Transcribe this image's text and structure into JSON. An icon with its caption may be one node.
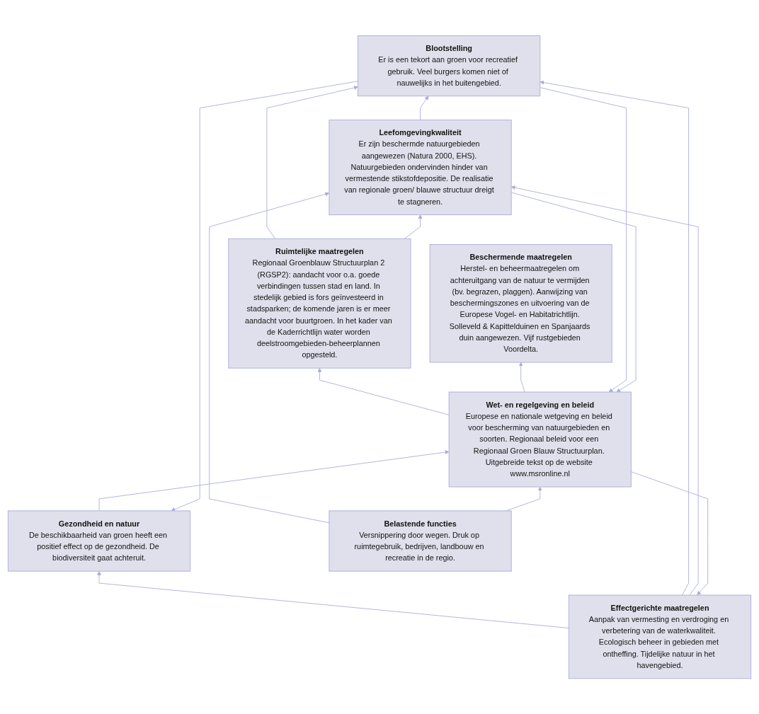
{
  "diagram": {
    "nodes": [
      {
        "text": [
          "Wet- en regelgeving en beleid",
          "Europese en nationale wetgeving en beleid voor bescherming van natuurgebieden en soorten. Regionaal beleid voor een Regionaal Groen Blauw Structuurplan. Uitgebreide tekst op de website www.msronline.nl"
        ]
      },
      {
        "text": [
          "Gezondheid en natuur",
          "De beschikbaarheid van groen heeft een positief effect op de gezondheid. De biodiversiteit gaat achteruit."
        ]
      },
      {
        "text": [
          "Blootstelling",
          "Er is een tekort aan groen voor recreatief gebruik. Veel burgers komen niet of nauwelijks in het buitengebied."
        ]
      },
      {
        "text": [
          "Leefomgevingkwaliteit",
          "Er zijn beschermde natuurgebieden aangewezen (Natura 2000, EHS). Natuurgebieden ondervinden hinder van vermestende stikstofdepositie. De realisatie van regionale groen/ blauwe structuur dreigt te stagneren."
        ]
      },
      {
        "text": [
          "Belastende functies",
          "Versnippering door wegen. Druk op ruimtegebruik, bedrijven, landbouw en recreatie in de regio."
        ]
      },
      {
        "text": [
          "Ruimtelijke maatregelen",
          "Regionaal Groenblauw Structuurplan 2 (RGSP2): aandacht voor o.a. goede verbindingen tussen stad en land. In stedelijk gebied is fors geïnvesteerd in stadsparken; de komende jaren is er meer aandacht voor buurtgroen. In het kader van de Kaderrichtlijn water worden deelstroomgebieden-beheerplannen opgesteld."
        ]
      },
      {
        "text": [
          "Effectgerichte maatregelen",
          "Aanpak van vermesting en verdroging en verbetering van de waterkwaliteit. Ecologisch beheer in gebieden met ontheffing. Tijdelijke natuur in het havengebied."
        ]
      },
      {
        "text": [
          "Beschermende maatregelen",
          "Herstel- en beheermaatregelen om achteruitgang van de natuur te vermijden (bv. begrazen, plaggen). Aanwijzing van beschermingszones en uitvoering van de Europese Vogel- en Habitatrichtlijn. Solleveld & Kapittelduinen en Spanjaards duin aangewezen. Vijf rustgebieden Voordelta."
        ]
      }
    ],
    "edges": [
      {
        "from": 4,
        "to": 3,
        "arrow": "to"
      },
      {
        "from": 3,
        "to": 2,
        "arrow": "to"
      },
      {
        "from": 2,
        "to": 1,
        "arrow": "to"
      },
      {
        "from": 1,
        "to": 0,
        "arrow": "to"
      },
      {
        "from": 2,
        "to": 0,
        "arrow": "to"
      },
      {
        "from": 3,
        "to": 0,
        "arrow": "to"
      },
      {
        "from": 4,
        "to": 0,
        "arrow": "to"
      },
      {
        "from": 0,
        "to": 5,
        "arrow": "to"
      },
      {
        "from": 0,
        "to": 6,
        "arrow": "to"
      },
      {
        "from": 0,
        "to": 7,
        "arrow": "to"
      },
      {
        "from": 5,
        "to": 2,
        "arrow": "to"
      },
      {
        "from": 5,
        "to": 3,
        "arrow": "to"
      },
      {
        "from": 6,
        "to": 1,
        "arrow": "to"
      },
      {
        "from": 6,
        "to": 2,
        "arrow": "to"
      },
      {
        "from": 6,
        "to": 3,
        "arrow": "to"
      }
    ]
  }
}
